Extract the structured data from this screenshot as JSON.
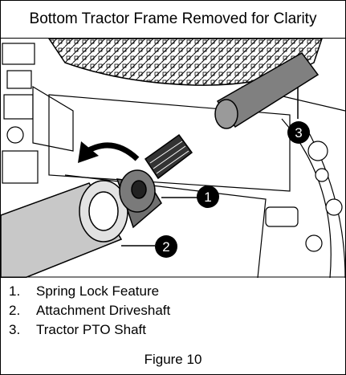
{
  "banner": "Bottom Tractor Frame Removed for Clarity",
  "callouts": [
    "1",
    "2",
    "3"
  ],
  "legend": [
    {
      "num": "1.",
      "label": "Spring Lock Feature"
    },
    {
      "num": "2.",
      "label": "Attachment Driveshaft"
    },
    {
      "num": "3.",
      "label": "Tractor PTO Shaft"
    }
  ],
  "caption": "Figure 10",
  "colors": {
    "line": "#000000",
    "shaft_gray": "#808080",
    "background": "#ffffff"
  }
}
